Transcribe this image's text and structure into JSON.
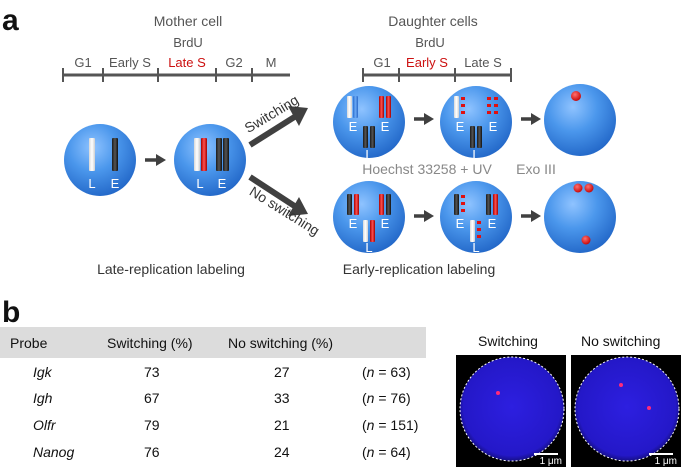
{
  "panel_a": {
    "label": "a",
    "mother": {
      "title": "Mother cell",
      "brdu": "BrdU",
      "phases": [
        "G1",
        "Early S",
        "Late S",
        "G2",
        "M"
      ]
    },
    "daughter": {
      "title": "Daughter cells",
      "brdu": "BrdU",
      "phases": [
        "G1",
        "Early S",
        "Late S"
      ]
    },
    "highlight_color": "#cc1111",
    "arrows": {
      "switching": "Switching",
      "no_switching": "No switching"
    },
    "locus_labels": {
      "late": "L",
      "early": "E"
    },
    "treatments": {
      "hoechst": "Hoechst 33258 + UV",
      "exo": "Exo III"
    },
    "captions": {
      "late": "Late-replication labeling",
      "early": "Early-replication labeling"
    }
  },
  "panel_b": {
    "label": "b",
    "table": {
      "headers": [
        "Probe",
        "Switching (%)",
        "No switching (%)"
      ],
      "rows": [
        {
          "probe": "Igk",
          "switching": "73",
          "no_switching": "27",
          "n_prefix": "(",
          "n_var": "n",
          "n_value": " = 63)"
        },
        {
          "probe": "Igh",
          "switching": "67",
          "no_switching": "33",
          "n_prefix": "(",
          "n_var": "n",
          "n_value": " = 76)"
        },
        {
          "probe": "Olfr",
          "switching": "79",
          "no_switching": "21",
          "n_prefix": "(",
          "n_var": "n",
          "n_value": " = 151)"
        },
        {
          "probe": "Nanog",
          "switching": "76",
          "no_switching": "24",
          "n_prefix": "(",
          "n_var": "n",
          "n_value": " = 64)"
        }
      ]
    },
    "micrographs": [
      {
        "title": "Switching",
        "scale": "1 μm"
      },
      {
        "title": "No switching",
        "scale": "1 μm"
      }
    ]
  },
  "colors": {
    "cell_blue": "#3d8ce8",
    "late_s_red": "#cc1111",
    "arrow_gray": "#404040",
    "nucleus_blue": "#2a1fd0"
  }
}
